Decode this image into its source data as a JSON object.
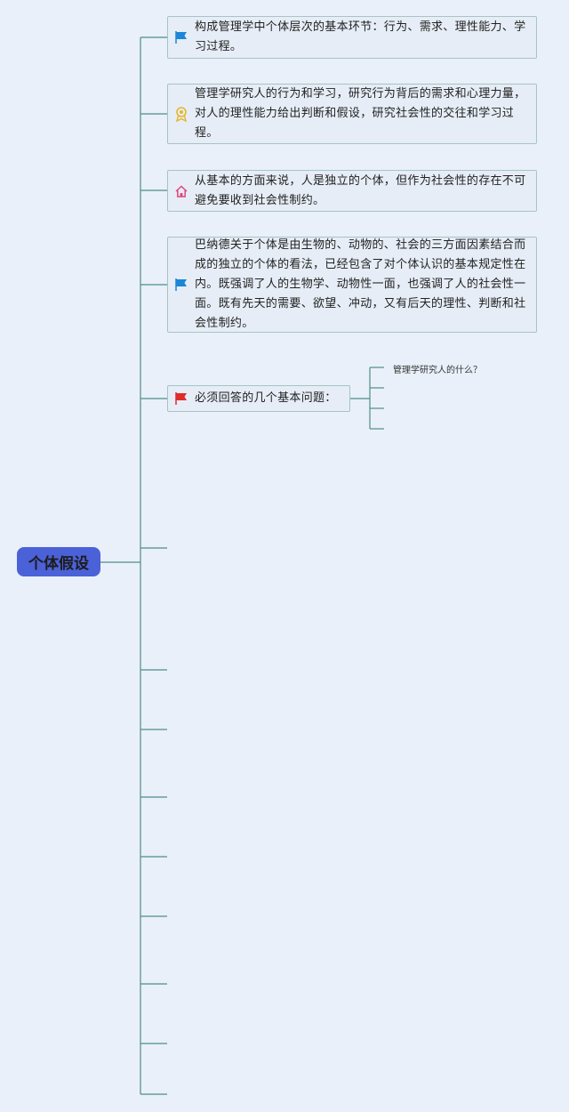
{
  "root": {
    "label": "个体假设"
  },
  "nodes": [
    {
      "icon": "blue-flag-icon",
      "text": "构成管理学中个体层次的基本环节：行为、需求、理性能力、学习过程。"
    },
    {
      "icon": "award-icon",
      "text": "管理学研究人的行为和学习，研究行为背后的需求和心理力量，对人的理性能力给出判断和假设，研究社会性的交往和学习过程。"
    },
    {
      "icon": "house-icon",
      "text": "从基本的方面来说，人是独立的个体，但作为社会性的存在不可避免要收到社会性制约。"
    },
    {
      "icon": "blue-flag-icon",
      "text": "巴纳德关于个体是由生物的、动物的、社会的三方面因素结合而成的独立的个体的看法，已经包含了对个体认识的基本规定性在内。既强调了人的生物学、动物性一面，也强调了人的社会性一面。既有先天的需要、欲望、冲动，又有后天的理性、判断和社会性制约。"
    },
    {
      "icon": "red-flag-icon",
      "text": "必须回答的几个基本问题："
    }
  ],
  "sub_topics": [
    "管理学研究人的什么？",
    "",
    "",
    ""
  ],
  "colors": {
    "background": "#e9f0f9",
    "connector": "#4f8d8d",
    "root_fill": "#4a61d8",
    "node_fill": "#e6edf6",
    "node_border": "#a6c4c4",
    "flag_blue": "#1b87d6",
    "flag_red": "#e02b2b",
    "award": "#e5b52a",
    "house": "#e0457a"
  }
}
